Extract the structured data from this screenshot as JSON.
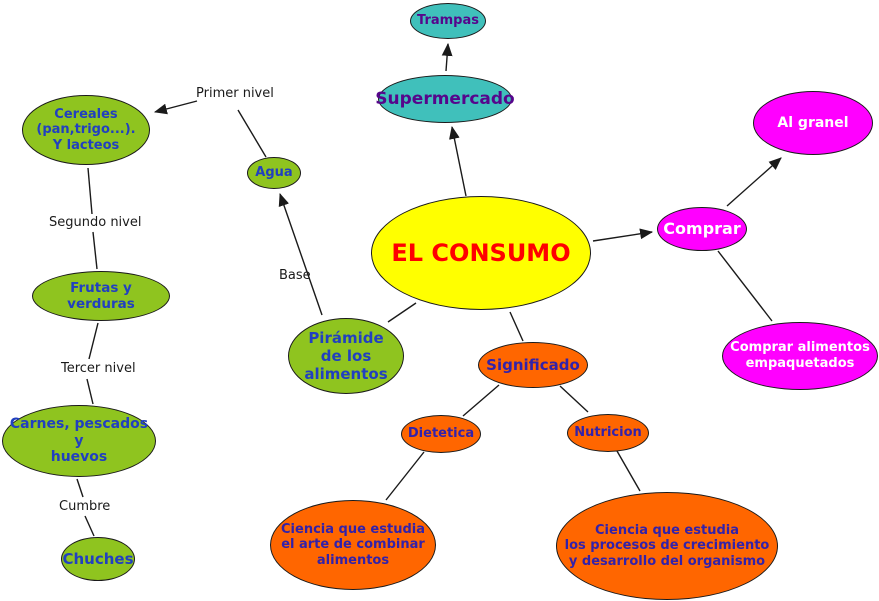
{
  "diagram": {
    "type": "concept-map",
    "central_topic": "EL CONSUMO",
    "palette": {
      "center_fill": "#FFFF00",
      "center_text": "#FF0000",
      "teal_fill": "#40C0BB",
      "teal_text": "#56068C",
      "magenta_fill": "#FF00FF",
      "magenta_text": "#FFFFFF",
      "orange_fill": "#FF6600",
      "orange_text": "#3322AA",
      "green_fill": "#8FC41F",
      "green_text": "#2140C0",
      "edge_stroke": "#1a1a1a",
      "background": "#FFFFFF"
    },
    "nodes": {
      "consumo": {
        "label": "EL CONSUMO"
      },
      "supermercado": {
        "label": "Supermercado"
      },
      "trampas": {
        "label": "Trampas"
      },
      "comprar": {
        "label": "Comprar"
      },
      "al_granel": {
        "label": "Al granel"
      },
      "empaquetados": {
        "label": "Comprar alimentos\nempaquetados"
      },
      "significado": {
        "label": "Significado"
      },
      "dietetica": {
        "label": "Dietetica"
      },
      "nutricion": {
        "label": "Nutricion"
      },
      "ciencia_dietetica": {
        "label": "Ciencia que estudia\nel arte de combinar\nalimentos"
      },
      "ciencia_nutricion": {
        "label": "Ciencia que estudia\nlos procesos de crecimiento\ny desarrollo del organismo"
      },
      "piramide": {
        "label": "Pirámide\nde los\nalimentos"
      },
      "agua": {
        "label": "Agua"
      },
      "cereales": {
        "label": "Cereales\n(pan,trigo...).\nY lacteos"
      },
      "frutas": {
        "label": "Frutas y verduras"
      },
      "carnes": {
        "label": "Carnes, pescados y\nhuevos"
      },
      "chuches": {
        "label": "Chuches"
      }
    },
    "edge_labels": {
      "primer_nivel": "Primer nivel",
      "segundo_nivel": "Segundo nivel",
      "tercer_nivel": "Tercer nivel",
      "cumbre": "Cumbre",
      "base": "Base"
    }
  }
}
